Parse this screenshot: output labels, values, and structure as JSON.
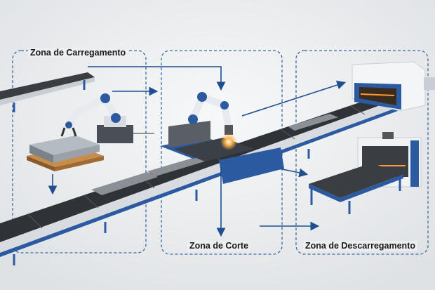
{
  "zones": {
    "loading": {
      "label": "Zona de Carregamento"
    },
    "cutting": {
      "label": "Zona de Corte"
    },
    "unloading": {
      "label": "Zona de Descarregamento"
    }
  },
  "colors": {
    "accent": "#1f4f8f",
    "machine_blue": "#2c5aa0",
    "background": "#eceeef",
    "laser": "#ffb347"
  }
}
